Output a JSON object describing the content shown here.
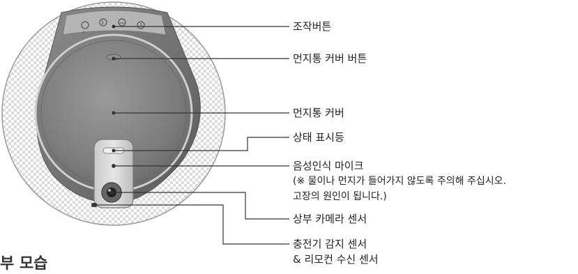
{
  "diagram": {
    "panel_icons": [
      {
        "icon": "auto-icon",
        "text": ""
      },
      {
        "icon": "sleep-icon",
        "text": ""
      },
      {
        "icon": "clean-icon",
        "text": ""
      },
      {
        "icon": "timer-icon",
        "text": ""
      }
    ],
    "labels": [
      {
        "id": "control-button",
        "text": "조작버튼"
      },
      {
        "id": "dustbin-cover-button",
        "text": "먼지통 커버 버튼"
      },
      {
        "id": "dustbin-cover",
        "text": "먼지통 커버"
      },
      {
        "id": "status-indicator",
        "text": "상태 표시등"
      },
      {
        "id": "voice-mic",
        "text": "음성인식 마이크"
      },
      {
        "id": "voice-mic-note-1",
        "text": "(※ 물이나 먼지가 들어가지 않도록 주의해 주십시오."
      },
      {
        "id": "voice-mic-note-2",
        "text": "고장의 원인이 됩니다.)"
      },
      {
        "id": "top-camera",
        "text": "상부 카메라 센서"
      },
      {
        "id": "charger-sensor-1",
        "text": "충전기 감지 센서"
      },
      {
        "id": "charger-sensor-2",
        "text": "& 리모컨 수신 센서"
      }
    ],
    "section_heading": "부 모습"
  },
  "colors": {
    "line": "#333333",
    "body_dark": "#6e6e6e",
    "cover": "#8a8a8a",
    "checker": "#d9d9d9"
  }
}
